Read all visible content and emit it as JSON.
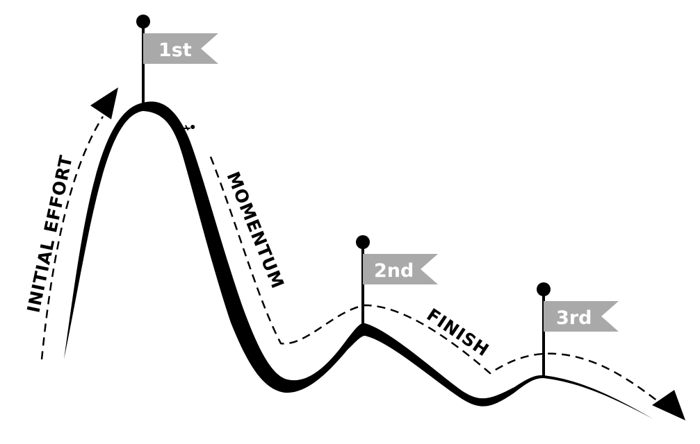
{
  "labels": {
    "initial_effort": "INITIAL EFFORT",
    "momentum": "MOMENTUM",
    "finish": "FINISH"
  },
  "flags": [
    {
      "label": "1st"
    },
    {
      "label": "2nd"
    },
    {
      "label": "3rd"
    }
  ],
  "icons": {
    "cyclist": "cyclist-icon"
  },
  "colors": {
    "ink": "#000000",
    "flag": "#a9a9a9",
    "flag_text": "#ffffff",
    "background": "#ffffff"
  }
}
